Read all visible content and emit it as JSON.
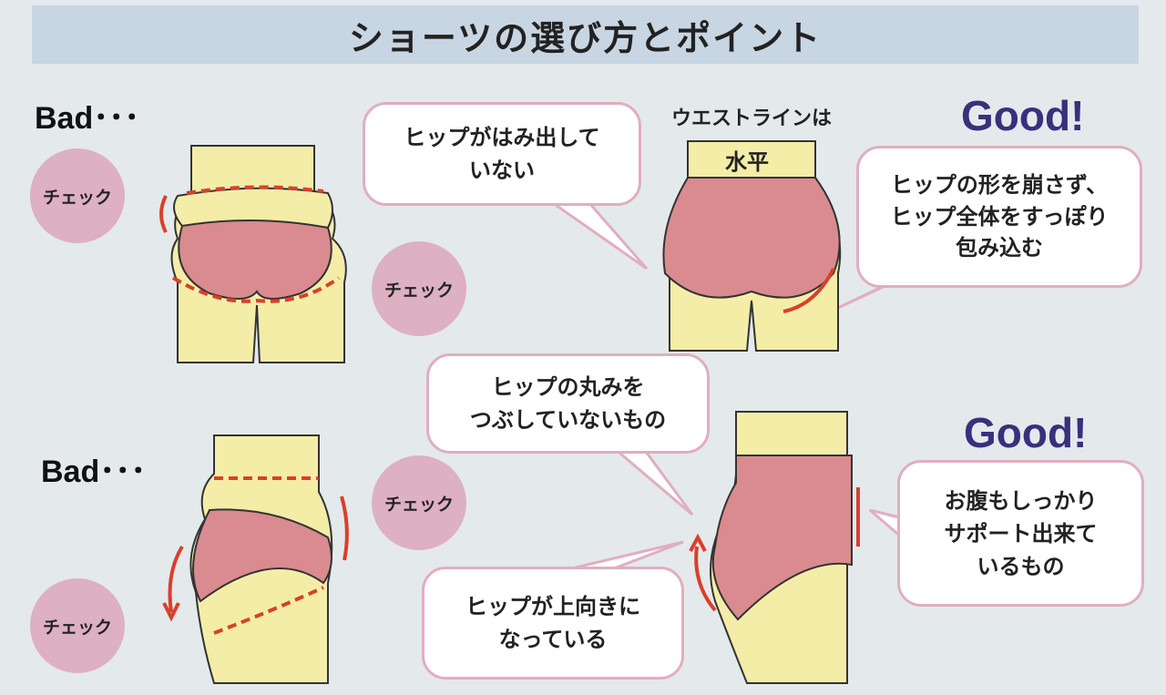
{
  "title": "ショーツの選び方とポイント",
  "bad_label": "Bad･･･",
  "good_label": "Good!",
  "check_label": "チェック",
  "top_left_bubble": [
    "ヒップがはみ出して",
    "いない"
  ],
  "waistline": {
    "line1": "ウエストラインは",
    "line2": "水平"
  },
  "top_right_bubble": [
    "ヒップの形を崩さず、",
    "ヒップ全体をすっぽり",
    "包み込む"
  ],
  "middle_bubble": [
    "ヒップの丸みを",
    "つぶしていないもの"
  ],
  "bottom_right_bubble": [
    "お腹もしっかり",
    "サポート出来て",
    "いるもの"
  ],
  "bottom_bubble": [
    "ヒップが上向きに",
    "なっている"
  ],
  "colors": {
    "skin": "#f3eda8",
    "shorts": "#d98b90",
    "accent": "#d8402c",
    "good": "#3b2f7c",
    "check": "#ddb0c2",
    "bubble_border": "#e1aebf"
  }
}
